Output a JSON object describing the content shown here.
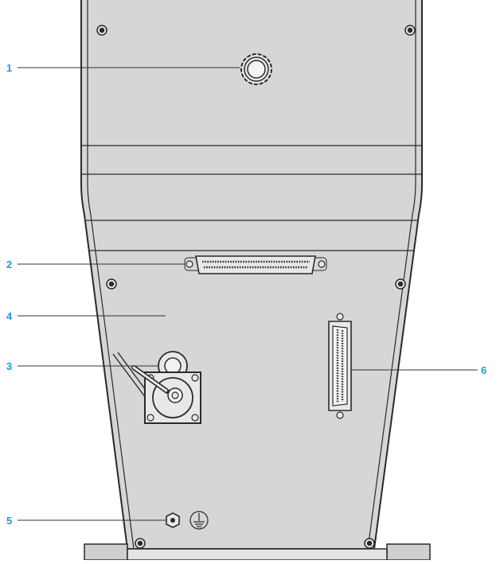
{
  "colors": {
    "housing_fill": "#d6d6d6",
    "outline": "#2a2a2a",
    "callout_label": "#1f9ad6",
    "leader_line": "#333333"
  },
  "callouts": [
    {
      "id": "1",
      "label": "1"
    },
    {
      "id": "2",
      "label": "2"
    },
    {
      "id": "3",
      "label": "3"
    },
    {
      "id": "4",
      "label": "4"
    },
    {
      "id": "5",
      "label": "5"
    },
    {
      "id": "6",
      "label": "6"
    }
  ],
  "symbols": {
    "ground": "protective-earth-symbol"
  }
}
